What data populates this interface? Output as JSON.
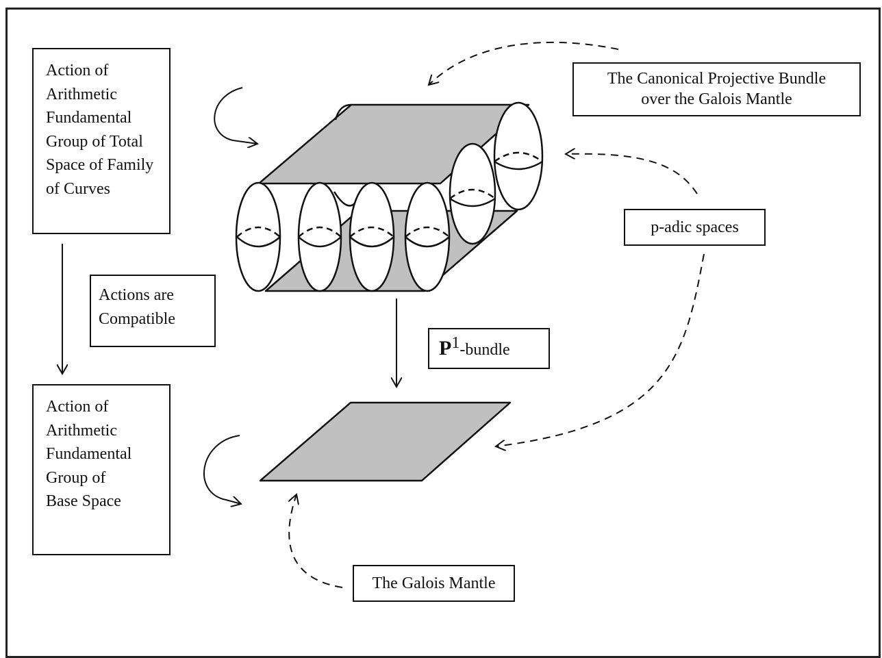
{
  "labels": {
    "total_space_action": [
      "Action of",
      "Arithmetic",
      "Fundamental",
      "Group of Total",
      "Space of Family",
      "of Curves"
    ],
    "base_space_action": [
      "Action of",
      "Arithmetic",
      "Fundamental",
      "Group of",
      "Base Space"
    ],
    "compatible": [
      "Actions are",
      "Compatible"
    ],
    "canonical_bundle": [
      "The Canonical Projective Bundle",
      "over the Galois Mantle"
    ],
    "padic": "p-adic spaces",
    "p1_bundle": {
      "symbol": "P",
      "superscript": "1",
      "suffix": "-bundle"
    },
    "galois_mantle": "The Galois Mantle"
  },
  "colors": {
    "stroke": "#111111",
    "surface_fill": "#c0c0c0",
    "background": "#ffffff"
  }
}
